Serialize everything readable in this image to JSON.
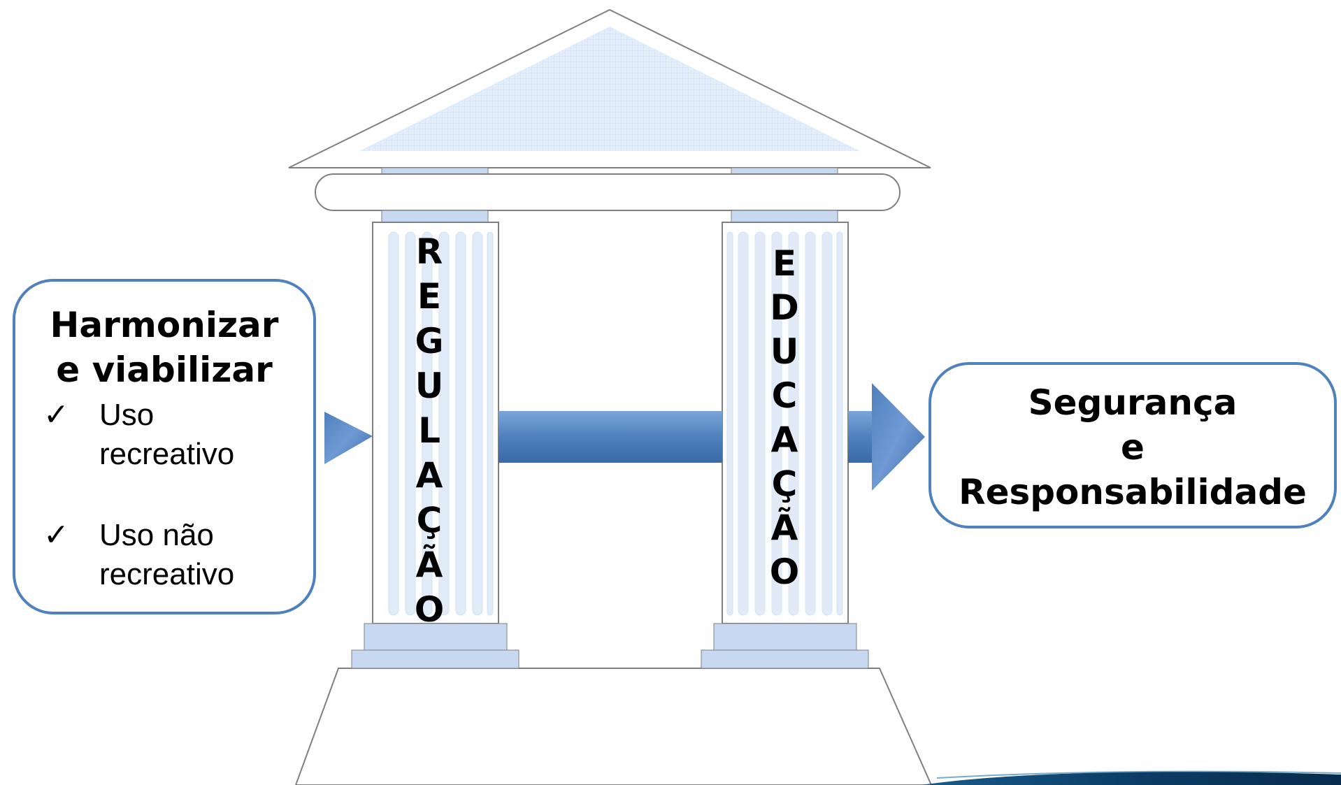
{
  "left_box": {
    "heading": [
      "Harmonizar",
      "e viabilizar"
    ],
    "items": [
      {
        "mark": "✓",
        "text": [
          "Uso",
          "recreativo"
        ]
      },
      {
        "mark": "✓",
        "text": [
          "Uso não",
          "recreativo"
        ]
      }
    ]
  },
  "pillars": {
    "left_label": [
      "R",
      "E",
      "G",
      "U",
      "L",
      "A",
      "Ç",
      "Ã",
      "O"
    ],
    "right_label": [
      "E",
      "D",
      "U",
      "C",
      "A",
      "Ç",
      "Ã",
      "O"
    ]
  },
  "right_box": {
    "heading": [
      "Segurança",
      "e",
      "Responsabilidade"
    ]
  },
  "colors": {
    "box_border": "#4f81bd",
    "arrow": "#4f81bd",
    "pillar_fill": "#c6d9f1",
    "outline": "#808080"
  }
}
